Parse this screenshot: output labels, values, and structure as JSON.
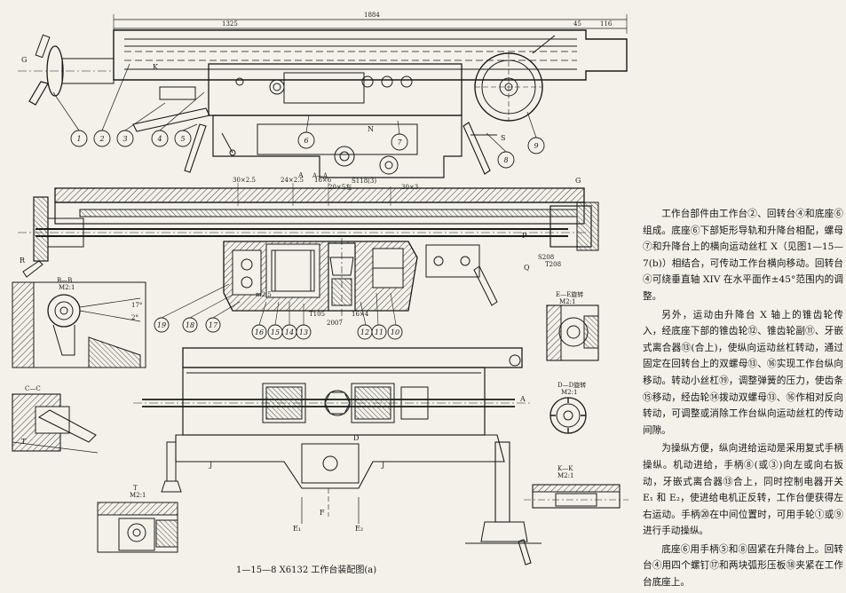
{
  "diagram": {
    "caption": "1—15—8   X6132 工作台装配图(a)",
    "dimensions": {
      "total_length": "1884",
      "table_length": "1325",
      "dim_45": "45",
      "dim_116": "116",
      "dim_30x25": "30×2.5",
      "dim_24x25": "24×2.5",
      "dim_16x6": "16×6",
      "dim_20x5f": "20×5左",
      "dim_30x3": "30×3",
      "dim_s118": "S118(3)",
      "dim_m25": "m2.5",
      "dim_t105": "T105",
      "dim_2007": "2007",
      "dim_16x4": "16×4",
      "dim_s208": "S208",
      "dim_t208": "T208"
    },
    "view_labels": {
      "section_aa": "A—A",
      "section_bb": "B—B",
      "section_bb_scale": "M2:1",
      "section_cc": "C—C",
      "section_ee": "E—E旋转",
      "section_ee_scale": "M2:1",
      "section_dd": "D—D旋转",
      "section_dd_scale": "M2:1",
      "section_kk": "K—K",
      "section_kk_scale": "M2:1",
      "section_tt": "T",
      "section_tt_scale": "M2:1",
      "angle_17": "17°",
      "angle_2": "2°",
      "letter_g1": "G",
      "letter_g2": "G",
      "letter_k": "K",
      "letter_s": "S",
      "letter_n": "N",
      "letter_j1": "J",
      "letter_j2": "J",
      "letter_a1": "A",
      "letter_a2": "A",
      "letter_e1": "E₁",
      "letter_e2": "E₂",
      "letter_d": "D",
      "letter_f": "F",
      "letter_r": "R",
      "letter_q": "Q",
      "letter_t": "T",
      "letter_p": "P"
    },
    "part_numbers": [
      "1",
      "2",
      "3",
      "4",
      "5",
      "6",
      "7",
      "8",
      "9",
      "10",
      "11",
      "12",
      "13",
      "14",
      "15",
      "16",
      "17",
      "18",
      "19"
    ]
  },
  "text": {
    "para1": "工作台部件由工作台②、回转台④和底座⑥组成。底座⑥下部矩形导轨和升降台相配，螺母⑦和升降台上的横向运动丝杠 X（见图1—15—7(b)）相结合，可传动工作台横向移动。回转台④可绕垂直轴 XIV 在水平面作±45°范围内的调整。",
    "para2": "另外，运动由升降台 X 轴上的锥齿轮传入，经底座下部的锥齿轮⑫、锥齿轮副⑪、牙嵌式离合器⑬(合上)，使纵向运动丝杠转动，通过固定在回转台上的双螺母⑬、⑯实现工作台纵向移动。转动小丝杠⑲，调整弹簧的压力，使齿条⑮移动，经齿轮⑭拨动双螺母⑬、⑯作相对反向转动，可调整或消除工作台纵向运动丝杠的传动间隙。",
    "para3": "为操纵方便，纵向进给运动是采用复式手柄操纵。机动进给，手柄⑧(或③)向左或向右扳动，牙嵌式离合器⑬合上，同时控制电器开关 E₁ 和 E₂，使进给电机正反转，工作台便获得左右运动。手柄⑳在中间位置时，可用手轮①或⑨进行手动操纵。",
    "para4": "底座⑥用手柄⑤和⑧固紧在升降台上。回转台④用四个螺钉⑰和两块弧形压板⑱夹紧在工作台底座上。"
  },
  "colors": {
    "ink": "#1a1a1a",
    "paper": "#f4f1ea",
    "hatch": "#3a3a3a"
  }
}
